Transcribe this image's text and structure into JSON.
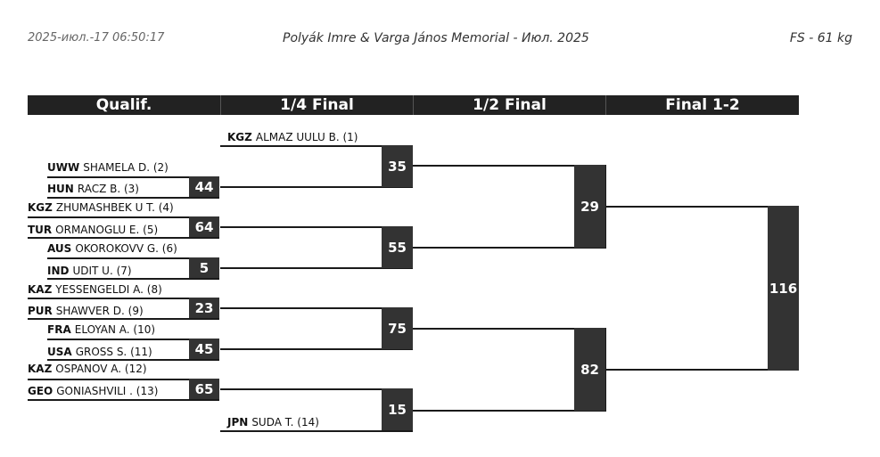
{
  "header": {
    "date": "2025-июл.-17 06:50:17",
    "title": "Polyák Imre & Varga János Memorial - Июл. 2025",
    "category": "FS - 61 kg"
  },
  "rounds": [
    "Qualif.",
    "1/4 Final",
    "1/2 Final",
    "Final 1-2"
  ],
  "wrestlers": [
    {
      "country": "KGZ",
      "name": "ALMAZ UULU B. (1)"
    },
    {
      "country": "UWW",
      "name": "SHAMELA D. (2)"
    },
    {
      "country": "HUN",
      "name": "RACZ B. (3)"
    },
    {
      "country": "KGZ",
      "name": "ZHUMASHBEK U T. (4)"
    },
    {
      "country": "TUR",
      "name": "ORMANOGLU E. (5)"
    },
    {
      "country": "AUS",
      "name": "OKOROKOVV G. (6)"
    },
    {
      "country": "IND",
      "name": "UDIT U. (7)"
    },
    {
      "country": "KAZ",
      "name": "YESSENGELDI A. (8)"
    },
    {
      "country": "PUR",
      "name": "SHAWVER D. (9)"
    },
    {
      "country": "FRA",
      "name": "ELOYAN A. (10)"
    },
    {
      "country": "USA",
      "name": "GROSS S. (11)"
    },
    {
      "country": "KAZ",
      "name": "OSPANOV A. (12)"
    },
    {
      "country": "GEO",
      "name": "GONIASHVILI . (13)"
    },
    {
      "country": "JPN",
      "name": "SUDA T. (14)"
    }
  ],
  "bouts": {
    "q1": "44",
    "q2": "64",
    "q3": "5",
    "q4": "23",
    "q5": "45",
    "q6": "65",
    "qf1": "35",
    "qf2": "55",
    "qf3": "75",
    "qf4": "15",
    "sf1": "29",
    "sf2": "82",
    "final": "116"
  }
}
